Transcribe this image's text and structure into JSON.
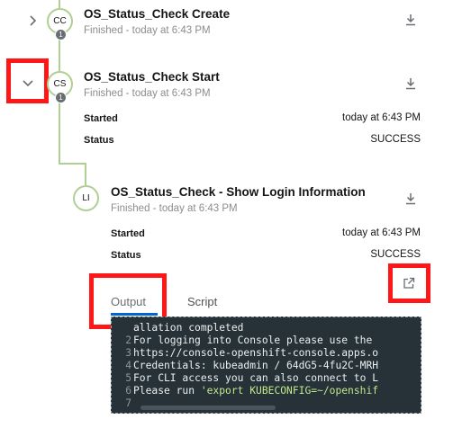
{
  "steps": [
    {
      "initials": "CC",
      "badge": "1",
      "name": "OS_Status_Check Create",
      "status_line": "Finished - today at 6:43 PM"
    },
    {
      "initials": "CS",
      "badge": "1",
      "name": "OS_Status_Check Start",
      "status_line": "Finished - today at 6:43 PM",
      "details": {
        "started_label": "Started",
        "started_value": "today at 6:43 PM",
        "status_label": "Status",
        "status_value": "SUCCESS"
      }
    },
    {
      "initials": "LI",
      "name": "OS_Status_Check - Show Login Information",
      "status_line": "Finished - today at 6:43 PM",
      "details": {
        "started_label": "Started",
        "started_value": "today at 6:43 PM",
        "status_label": "Status",
        "status_value": "SUCCESS"
      }
    }
  ],
  "tabs": {
    "output": "Output",
    "script": "Script"
  },
  "console": {
    "lines": [
      {
        "num": "",
        "text": "allation completed"
      },
      {
        "num": "2",
        "text": "For logging into Console please use the"
      },
      {
        "num": "3",
        "text": "https://console-openshift-console.apps.o"
      },
      {
        "num": "4",
        "text": "Credentials: kubeadmin / 64dG5-4fu2C-MRH"
      },
      {
        "num": "5",
        "text": "For CLI access you can also connect to L"
      },
      {
        "num": "6",
        "text": "Please run ",
        "str": "'export KUBECONFIG=~/openshif"
      },
      {
        "num": "7",
        "text": ""
      }
    ]
  },
  "icons": {
    "download": "download-icon",
    "expand": "chevron-right-icon",
    "collapse": "chevron-down-icon",
    "open_external": "external-link-icon"
  },
  "colors": {
    "timeline": "#b0cf93",
    "highlight": "#ff1717",
    "console_bg": "#263238",
    "tab_accent": "#0066cc"
  }
}
